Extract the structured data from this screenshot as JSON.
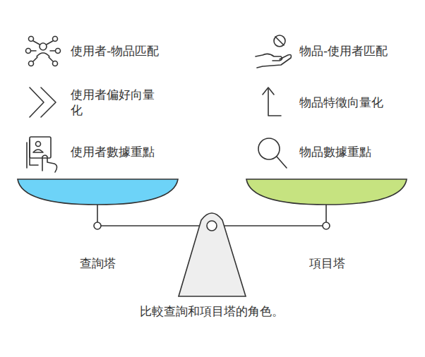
{
  "diagram": {
    "caption": "比較查詢和項目塔的角色。",
    "labels": [
      "使用者-物品匹配",
      "物品-使用者匹配",
      "使用者偏好向量化",
      "物品特徵向量化",
      "使用者數據重點",
      "物品數據重點",
      "查詢塔",
      "項目塔"
    ]
  }
}
